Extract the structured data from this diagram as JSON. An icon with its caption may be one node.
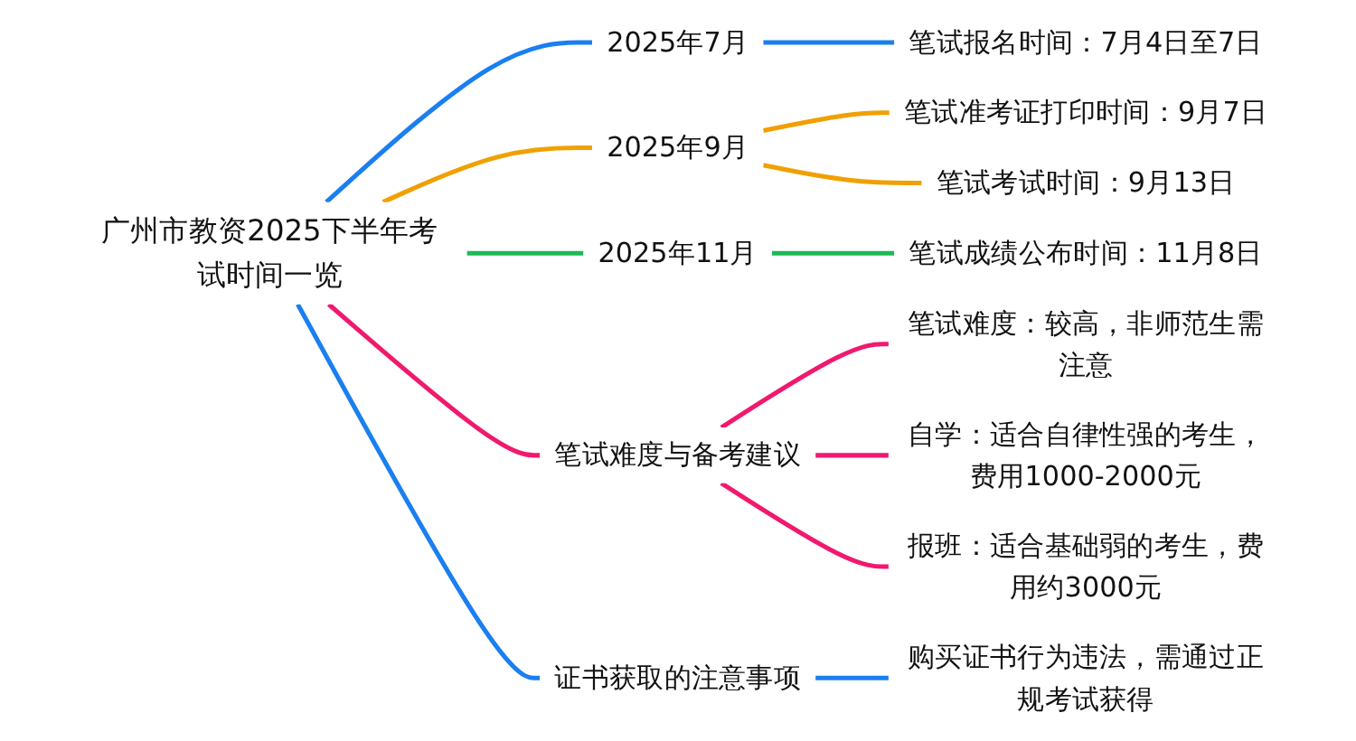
{
  "diagram": {
    "nodes": [
      {
        "text": [
          "广州市教资2025下半年考试时间一览"
        ]
      },
      {
        "text": [
          "2025年7月"
        ]
      },
      {
        "text": [
          "笔试报名时间：7月4日至7日"
        ]
      },
      {
        "text": [
          "2025年9月"
        ]
      },
      {
        "text": [
          "笔试准考证打印时间：9月7日"
        ]
      },
      {
        "text": [
          "笔试考试时间：9月13日"
        ]
      },
      {
        "text": [
          "2025年11月"
        ]
      },
      {
        "text": [
          "笔试成绩公布时间：11月8日"
        ]
      },
      {
        "text": [
          "笔试难度与备考建议"
        ]
      },
      {
        "text": [
          "笔试难度：较高，非师范生需注意"
        ]
      },
      {
        "text": [
          "自学：适合自律性强的考生，费用1000-2000元"
        ]
      },
      {
        "text": [
          "报班：适合基础弱的考生，费用约3000元"
        ]
      },
      {
        "text": [
          "证书获取的注意事项"
        ]
      },
      {
        "text": [
          "购买证书行为违法，需通过正规考试获得"
        ]
      }
    ],
    "edges": [
      {
        "from": 0,
        "to": 1,
        "arrow": "none",
        "color": "#1a7ff0"
      },
      {
        "from": 1,
        "to": 2,
        "arrow": "none",
        "color": "#1a7ff0"
      },
      {
        "from": 0,
        "to": 3,
        "arrow": "none",
        "color": "#f0a000"
      },
      {
        "from": 3,
        "to": 4,
        "arrow": "none",
        "color": "#f0a000"
      },
      {
        "from": 3,
        "to": 5,
        "arrow": "none",
        "color": "#f0a000"
      },
      {
        "from": 0,
        "to": 6,
        "arrow": "none",
        "color": "#1db954"
      },
      {
        "from": 6,
        "to": 7,
        "arrow": "none",
        "color": "#1db954"
      },
      {
        "from": 0,
        "to": 8,
        "arrow": "none",
        "color": "#f0196e"
      },
      {
        "from": 8,
        "to": 9,
        "arrow": "none",
        "color": "#f0196e"
      },
      {
        "from": 8,
        "to": 10,
        "arrow": "none",
        "color": "#f0196e"
      },
      {
        "from": 8,
        "to": 11,
        "arrow": "none",
        "color": "#f0196e"
      },
      {
        "from": 0,
        "to": 12,
        "arrow": "none",
        "color": "#1a7ff0"
      },
      {
        "from": 12,
        "to": 13,
        "arrow": "none",
        "color": "#1a7ff0"
      }
    ]
  }
}
